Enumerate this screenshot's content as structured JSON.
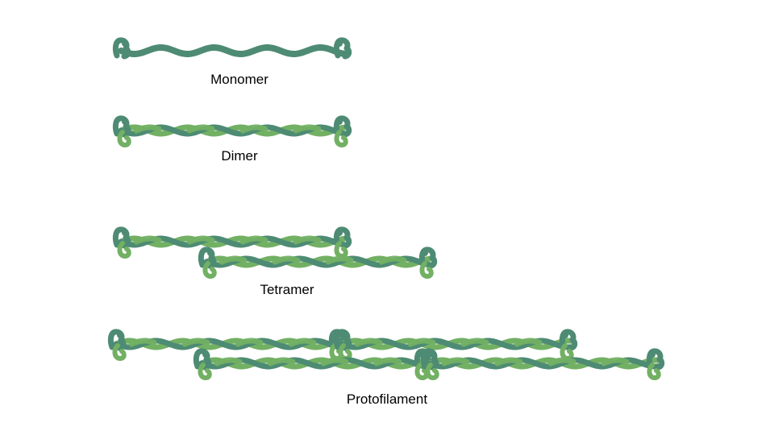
{
  "labels": {
    "monomer": "Monomer",
    "dimer": "Dimer",
    "tetramer": "Tetramer",
    "protofilament": "Protofilament"
  },
  "colors": {
    "strand_dark": "#4e8b74",
    "strand_light": "#72b063",
    "background": "#ffffff"
  }
}
